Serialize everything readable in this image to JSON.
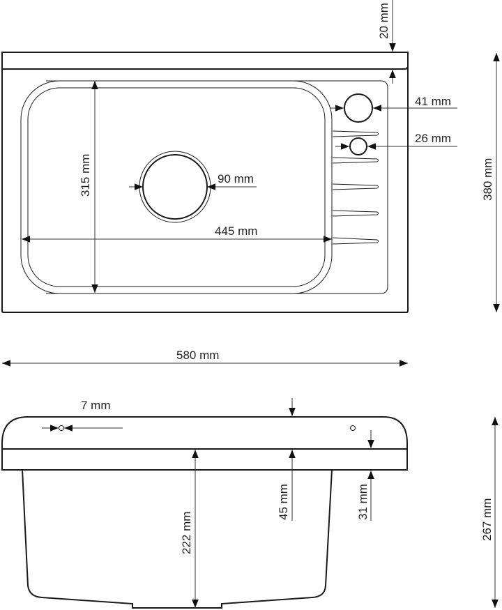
{
  "diagram": {
    "type": "technical-drawing",
    "subject": "kitchen sink with drainboard",
    "views": [
      "top-view",
      "side-view"
    ]
  },
  "top_view": {
    "dimensions": {
      "rim_width": "20 mm",
      "tap_hole_large": "41 mm",
      "tap_hole_small": "26 mm",
      "drain_diameter": "90 mm",
      "bowl_depth_length": "315 mm",
      "bowl_width": "445 mm",
      "overall_depth": "380 mm",
      "overall_width": "580 mm"
    }
  },
  "side_view": {
    "dimensions": {
      "hole_size": "7 mm",
      "front_height": "45 mm",
      "rim_thickness": "31 mm",
      "bowl_depth": "222 mm",
      "total_height": "267 mm"
    }
  }
}
